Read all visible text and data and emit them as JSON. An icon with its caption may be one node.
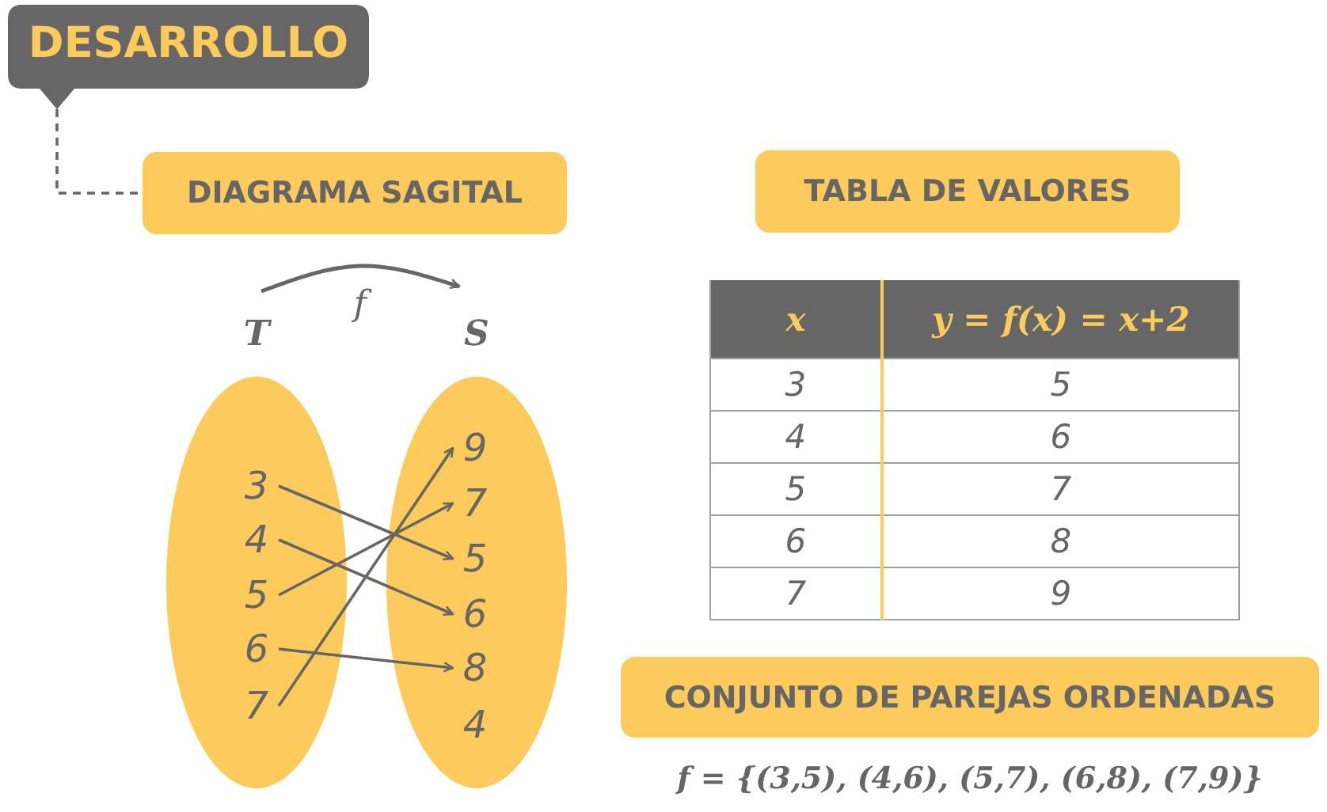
{
  "diagram": {
    "nodes": [
      {
        "text": [
          "DESARROLLO"
        ]
      },
      {
        "text": [
          "DIAGRAMA SAGITAL"
        ]
      },
      {
        "text": [
          "TABLA DE VALORES"
        ]
      },
      {
        "text": [
          "CONJUNTO DE PAREJAS ORDENADAS"
        ],
        "beside": [
          "f = {(3,5), (4,6), (5,7), (6,8), (7,9)}"
        ]
      },
      {
        "text": [
          "T"
        ]
      },
      {
        "text": [
          "S"
        ]
      },
      {
        "text": [
          "3"
        ],
        "in": 4
      },
      {
        "text": [
          "4"
        ],
        "in": 4
      },
      {
        "text": [
          "5"
        ],
        "in": 4
      },
      {
        "text": [
          "6"
        ],
        "in": 4
      },
      {
        "text": [
          "7"
        ],
        "in": 4
      },
      {
        "text": [
          "9"
        ],
        "in": 5
      },
      {
        "text": [
          "7"
        ],
        "in": 5
      },
      {
        "text": [
          "5"
        ],
        "in": 5
      },
      {
        "text": [
          "6"
        ],
        "in": 5
      },
      {
        "text": [
          "8"
        ],
        "in": 5
      },
      {
        "text": [
          "4"
        ],
        "in": 5
      }
    ],
    "edges": [
      {
        "from": 0,
        "to": 1,
        "arrow": "none",
        "style": "dashed"
      },
      {
        "from": 4,
        "to": 5,
        "arrow": "to",
        "label": "f"
      },
      {
        "from": 6,
        "to": 13,
        "arrow": "to"
      },
      {
        "from": 7,
        "to": 14,
        "arrow": "to"
      },
      {
        "from": 8,
        "to": 12,
        "arrow": "to"
      },
      {
        "from": 9,
        "to": 15,
        "arrow": "to"
      },
      {
        "from": 10,
        "to": 11,
        "arrow": "to"
      }
    ],
    "labels": [
      "x",
      "y = f(x) = x+2",
      "3",
      "5",
      "4",
      "6",
      "5",
      "7",
      "6",
      "8",
      "7",
      "9"
    ]
  }
}
